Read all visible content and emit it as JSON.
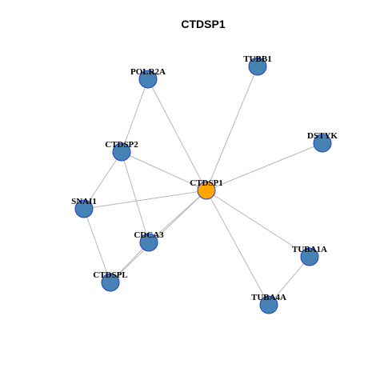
{
  "title": "CTDSP1",
  "colors": {
    "edge": "#b8b8b8",
    "node_fill": "#4682b4",
    "node_stroke": "#1f3fcc",
    "center_fill": "#ffa500",
    "label": "#000000"
  },
  "nodes": [
    {
      "id": "CTDSP1",
      "label": "CTDSP1",
      "center": true
    },
    {
      "id": "POLR2A",
      "label": "POLR2A"
    },
    {
      "id": "TUBB1",
      "label": "TUBB1"
    },
    {
      "id": "CTDSP2",
      "label": "CTDSP2"
    },
    {
      "id": "DSTYK",
      "label": "DSTYK"
    },
    {
      "id": "SNAI1",
      "label": "SNAI1"
    },
    {
      "id": "CDCA3",
      "label": "CDCA3"
    },
    {
      "id": "CTDSPL",
      "label": "CTDSPL"
    },
    {
      "id": "TUBA1A",
      "label": "TUBA1A"
    },
    {
      "id": "TUBA4A",
      "label": "TUBA4A"
    }
  ],
  "edges": [
    [
      "CTDSP1",
      "POLR2A"
    ],
    [
      "CTDSP1",
      "TUBB1"
    ],
    [
      "CTDSP1",
      "DSTYK"
    ],
    [
      "CTDSP1",
      "CTDSP2"
    ],
    [
      "CTDSP1",
      "SNAI1"
    ],
    [
      "CTDSP1",
      "CDCA3"
    ],
    [
      "CTDSP1",
      "CTDSPL"
    ],
    [
      "CTDSP1",
      "TUBA1A"
    ],
    [
      "CTDSP1",
      "TUBA4A"
    ],
    [
      "POLR2A",
      "CTDSP2"
    ],
    [
      "CTDSP2",
      "SNAI1"
    ],
    [
      "CTDSP2",
      "CDCA3"
    ],
    [
      "SNAI1",
      "CTDSPL"
    ],
    [
      "CDCA3",
      "CTDSPL"
    ],
    [
      "TUBA1A",
      "TUBA4A"
    ]
  ]
}
